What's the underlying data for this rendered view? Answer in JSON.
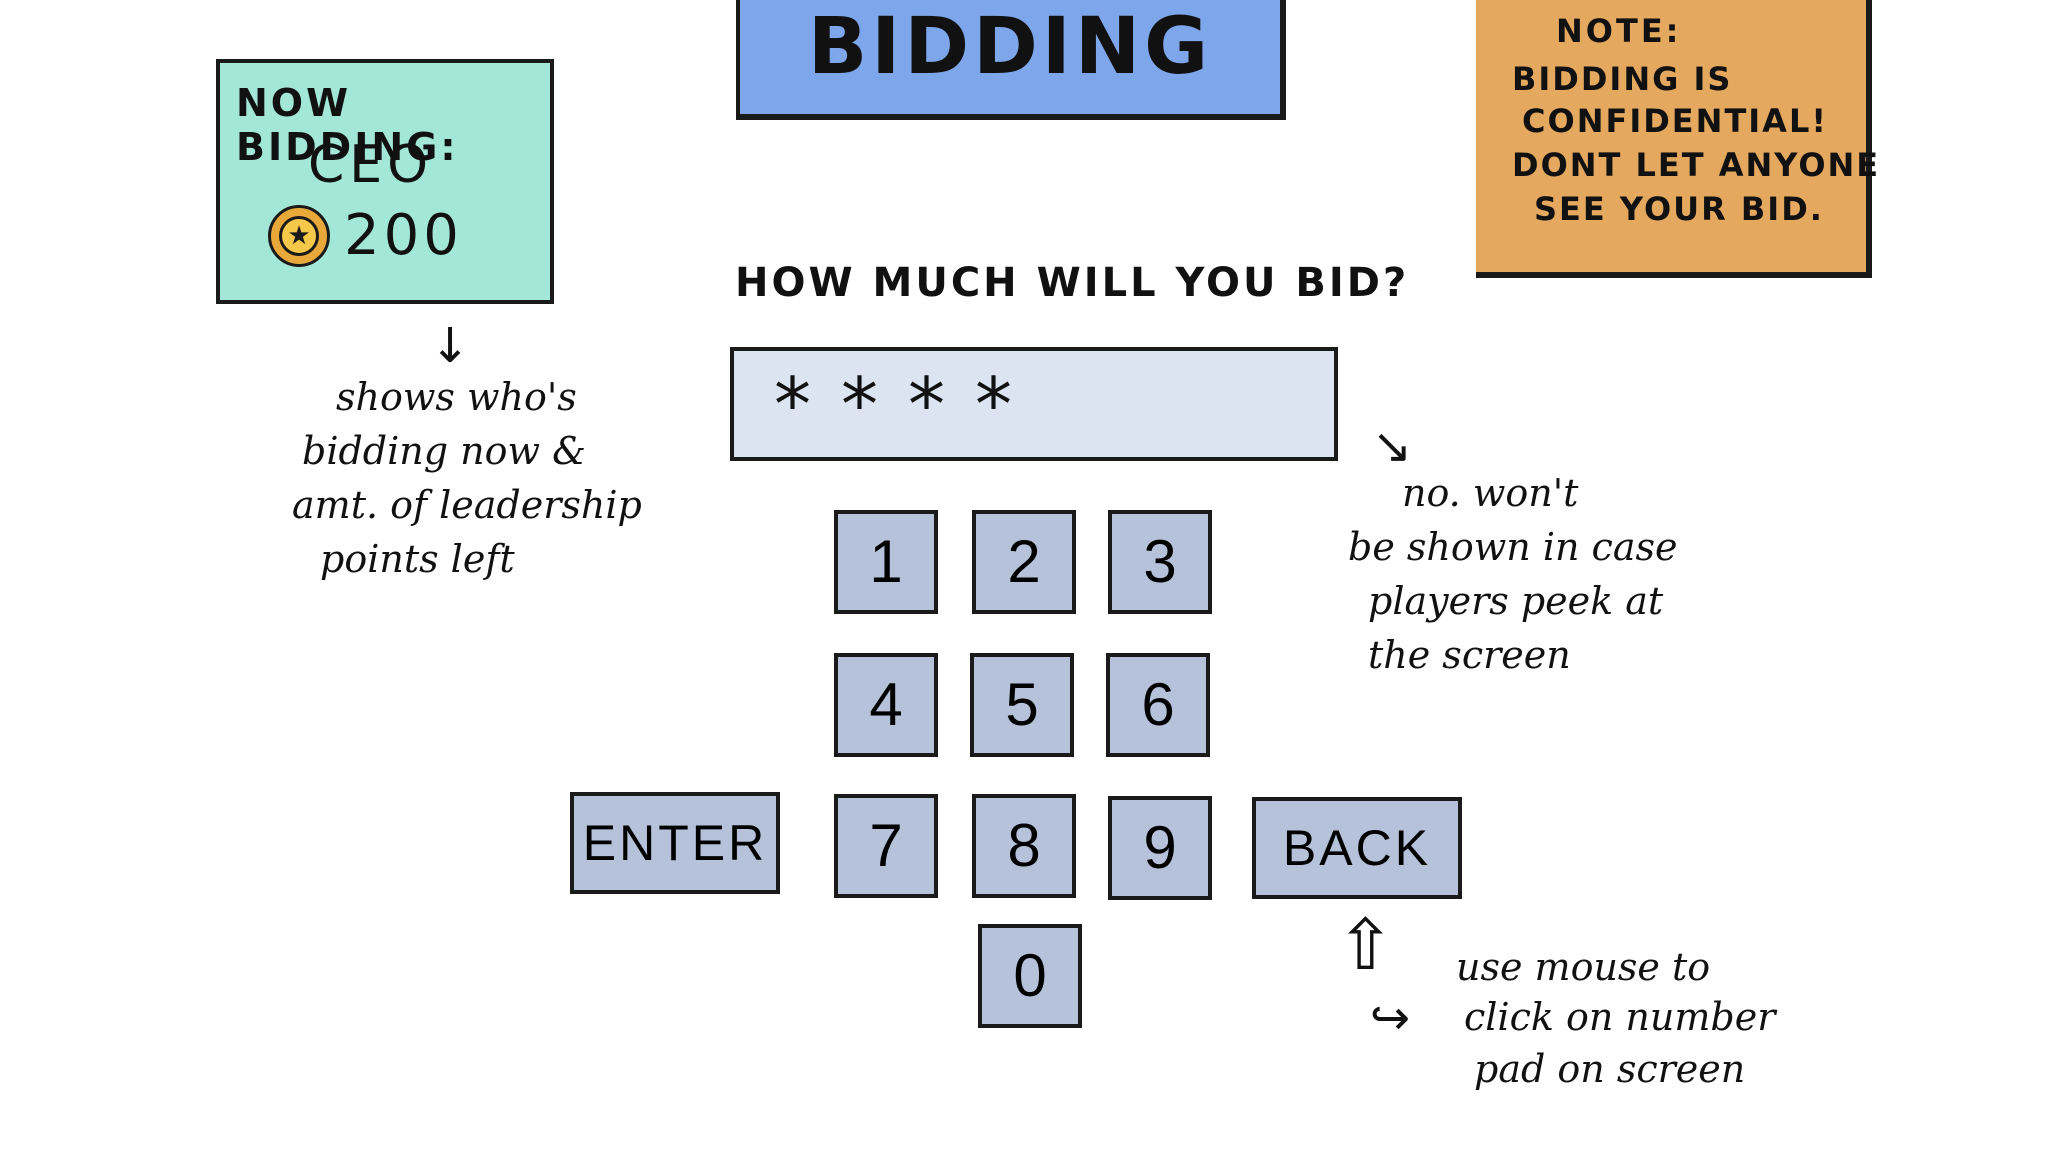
{
  "header": {
    "title": "BIDDING"
  },
  "status_panel": {
    "label": "NOW BIDDING:",
    "role": "CEO",
    "coin_icon": "star-coin-icon",
    "points": "200"
  },
  "note": {
    "title": "NOTE:",
    "lines": [
      "BIDDING IS",
      "CONFIDENTIAL!",
      "DONT LET ANYONE",
      "SEE YOUR BID."
    ]
  },
  "bid": {
    "prompt": "HOW MUCH WILL YOU BID?",
    "masked_value": "****"
  },
  "keypad": {
    "keys": [
      "1",
      "2",
      "3",
      "4",
      "5",
      "6",
      "7",
      "8",
      "9",
      "0"
    ],
    "enter_label": "ENTER",
    "back_label": "BACK"
  },
  "annotations": {
    "status": [
      "shows who's",
      "bidding now &",
      "amt. of leadership",
      "points left"
    ],
    "input": [
      "no. won't",
      "be shown in case",
      "players peek at",
      "the screen"
    ],
    "keypad": [
      "use mouse to",
      "click on number",
      "pad on screen"
    ]
  },
  "colors": {
    "title_bg": "#7ea6ea",
    "status_bg": "#a3e8d6",
    "note_bg": "#e5a85f",
    "input_bg": "#dce4f2",
    "key_bg": "#b5c2da",
    "coin": "#e9a83a"
  }
}
